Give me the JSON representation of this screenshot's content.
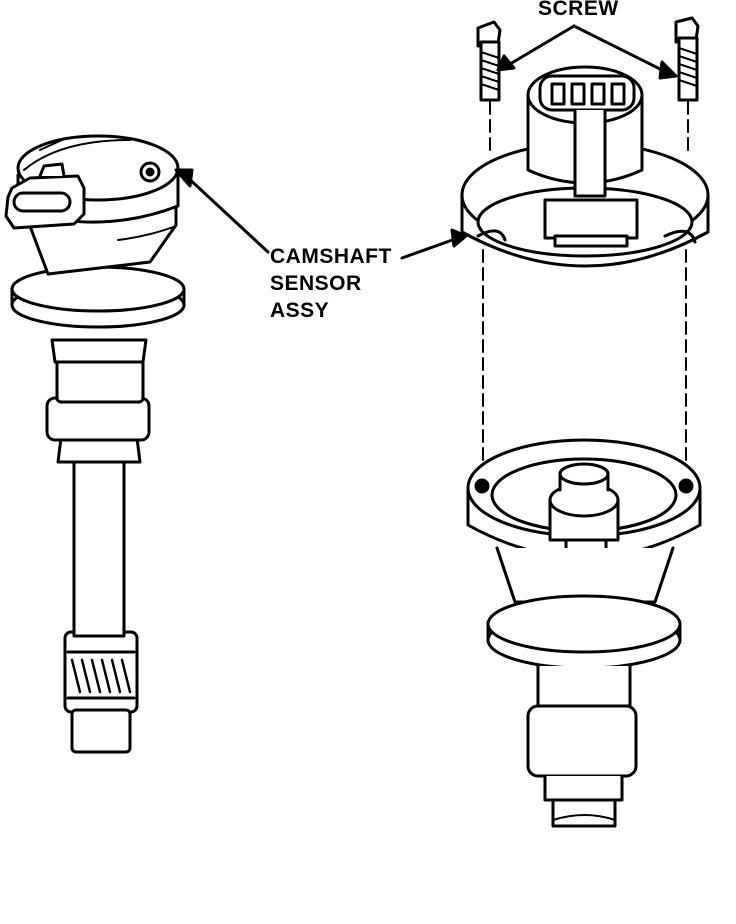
{
  "labels": {
    "screw": "SCREW",
    "camshaft_sensor": [
      "CAMSHAFT",
      "SENSOR",
      "ASSY"
    ]
  },
  "colors": {
    "ink": "#000000",
    "paper": "#ffffff"
  }
}
